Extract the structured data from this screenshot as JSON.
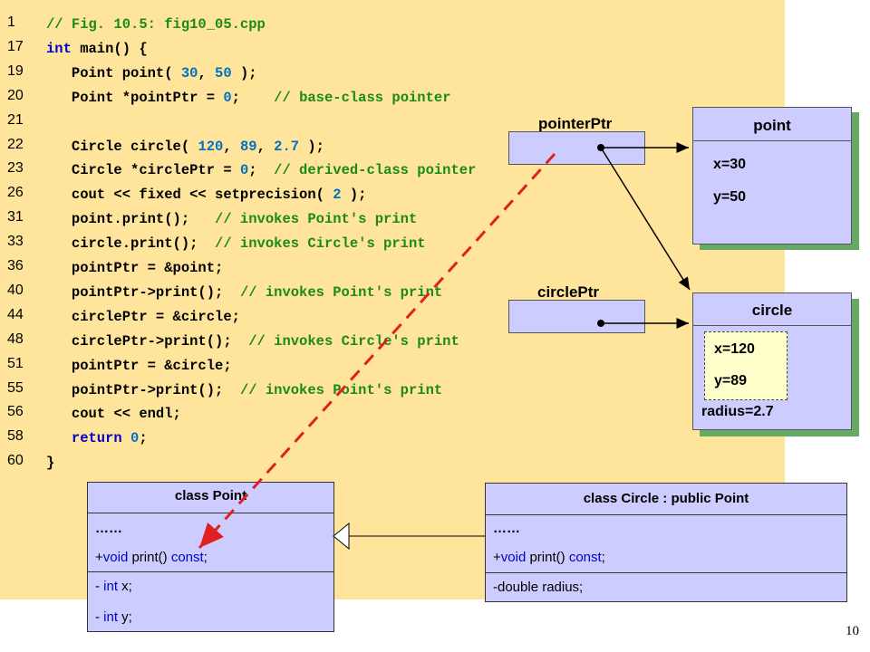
{
  "code_lines": [
    {
      "n": "1",
      "parts": [
        {
          "t": "// Fig. 10.5: fig10_05.cpp",
          "c": "cm"
        }
      ]
    },
    {
      "n": "17",
      "parts": [
        {
          "t": "int",
          "c": "kw"
        },
        {
          "t": " main() {",
          "c": ""
        }
      ]
    },
    {
      "n": "19",
      "parts": [
        {
          "t": "   Point point( ",
          "c": ""
        },
        {
          "t": "30",
          "c": "num"
        },
        {
          "t": ", ",
          "c": ""
        },
        {
          "t": "50",
          "c": "num"
        },
        {
          "t": " );",
          "c": ""
        }
      ]
    },
    {
      "n": "20",
      "parts": [
        {
          "t": "   Point *pointPtr = ",
          "c": ""
        },
        {
          "t": "0",
          "c": "num"
        },
        {
          "t": ";    ",
          "c": ""
        },
        {
          "t": "// base-class pointer",
          "c": "cm"
        }
      ]
    },
    {
      "n": "21",
      "parts": []
    },
    {
      "n": "22",
      "parts": [
        {
          "t": "   Circle circle( ",
          "c": ""
        },
        {
          "t": "120",
          "c": "num"
        },
        {
          "t": ", ",
          "c": ""
        },
        {
          "t": "89",
          "c": "num"
        },
        {
          "t": ", ",
          "c": ""
        },
        {
          "t": "2.7",
          "c": "num"
        },
        {
          "t": " );",
          "c": ""
        }
      ]
    },
    {
      "n": "23",
      "parts": [
        {
          "t": "   Circle *circlePtr = ",
          "c": ""
        },
        {
          "t": "0",
          "c": "num"
        },
        {
          "t": ";  ",
          "c": ""
        },
        {
          "t": "// derived-class pointer",
          "c": "cm"
        }
      ]
    },
    {
      "n": "26",
      "parts": [
        {
          "t": "   cout << fixed << setprecision( ",
          "c": ""
        },
        {
          "t": "2",
          "c": "num"
        },
        {
          "t": " );",
          "c": ""
        }
      ]
    },
    {
      "n": "31",
      "parts": [
        {
          "t": "   point.print();   ",
          "c": ""
        },
        {
          "t": "// invokes Point's print",
          "c": "cm"
        }
      ]
    },
    {
      "n": "33",
      "parts": [
        {
          "t": "   circle.print();  ",
          "c": ""
        },
        {
          "t": "// invokes Circle's print",
          "c": "cm"
        }
      ]
    },
    {
      "n": "36",
      "parts": [
        {
          "t": "   pointPtr = &point;",
          "c": ""
        }
      ]
    },
    {
      "n": "40",
      "parts": [
        {
          "t": "   pointPtr->print();  ",
          "c": ""
        },
        {
          "t": "// invokes Point's print",
          "c": "cm"
        }
      ]
    },
    {
      "n": "44",
      "parts": [
        {
          "t": "   circlePtr = &circle;",
          "c": ""
        }
      ]
    },
    {
      "n": "48",
      "parts": [
        {
          "t": "   circlePtr->print();  ",
          "c": ""
        },
        {
          "t": "// invokes Circle's print",
          "c": "cm"
        }
      ]
    },
    {
      "n": "51",
      "parts": [
        {
          "t": "   pointPtr = &circle;",
          "c": ""
        }
      ]
    },
    {
      "n": "55",
      "parts": [
        {
          "t": "   pointPtr->print();  ",
          "c": ""
        },
        {
          "t": "// invokes Point's print",
          "c": "cm"
        }
      ]
    },
    {
      "n": "56",
      "parts": [
        {
          "t": "   cout << endl;",
          "c": ""
        }
      ]
    },
    {
      "n": "58",
      "parts": [
        {
          "t": "   ",
          "c": ""
        },
        {
          "t": "return",
          "c": "kw"
        },
        {
          "t": " ",
          "c": ""
        },
        {
          "t": "0",
          "c": "num"
        },
        {
          "t": ";",
          "c": ""
        }
      ]
    },
    {
      "n": "60",
      "parts": [
        {
          "t": "}",
          "c": ""
        }
      ]
    }
  ],
  "pointers": {
    "pointerPtr_label": "pointerPtr",
    "circlePtr_label": "circlePtr",
    "dot": "●"
  },
  "objects": {
    "point": {
      "title": "point",
      "x": "x=30",
      "y": "y=50"
    },
    "circle": {
      "title": "circle",
      "x": "x=120",
      "y": "y=89",
      "radius": "radius=2.7"
    }
  },
  "uml": {
    "point_class": {
      "title": "class Point",
      "dots": "……",
      "method_prefix": "+",
      "method_kw": "void",
      "method_rest": " print() ",
      "method_const": "const",
      "method_end": ";",
      "f1_prefix": "- ",
      "f1_kw": "int",
      "f1_rest": " x;",
      "f2_prefix": "- ",
      "f2_kw": "int",
      "f2_rest": " y;"
    },
    "circle_class": {
      "title": "class Circle : public Point",
      "dots": "……",
      "method_prefix": "+",
      "method_kw": "void",
      "method_rest": " print() ",
      "method_const": "const",
      "method_end": ";",
      "f1": "-double radius;"
    }
  },
  "page_number": "10",
  "colors": {
    "panel": "#ffe49c",
    "box": "#ccccff",
    "shadow": "#66aa66",
    "dashed_arrow": "#e02020"
  }
}
